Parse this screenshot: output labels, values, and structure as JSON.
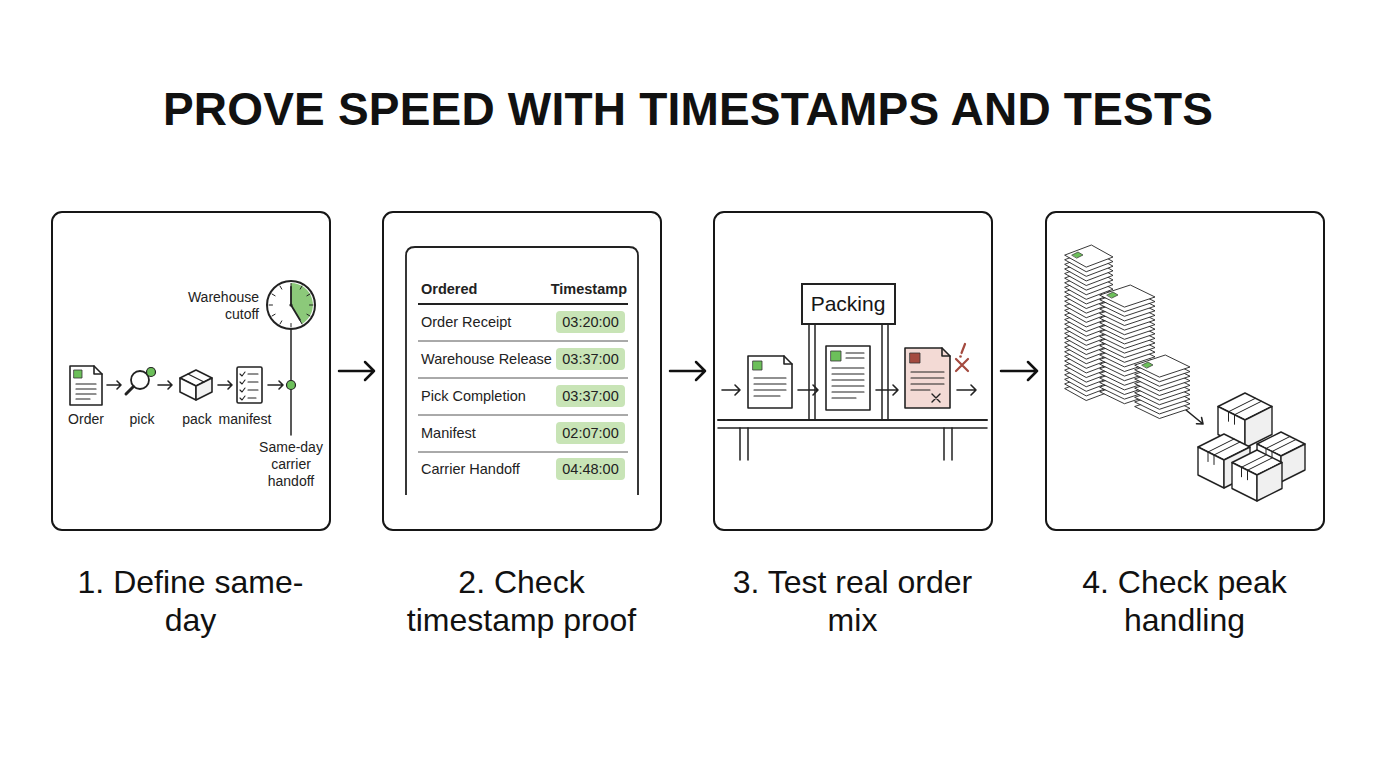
{
  "diagram": {
    "title": "PROVE SPEED WITH TIMESTAMPS AND TESTS",
    "nodes": [
      {
        "text": [
          "1. Define same-day"
        ]
      },
      {
        "text": [
          "2. Check timestamp proof"
        ]
      },
      {
        "text": [
          "3. Test real order mix"
        ]
      },
      {
        "text": [
          "Packing"
        ],
        "in": 2
      },
      {
        "text": [
          "4. Check peak handling"
        ]
      }
    ],
    "edges": [
      {
        "from": 0,
        "to": 1,
        "arrow": "to"
      },
      {
        "from": 1,
        "to": 2,
        "arrow": "to"
      },
      {
        "from": 2,
        "to": 4,
        "arrow": "to"
      }
    ],
    "labels": [
      "Order",
      "pick",
      "pack",
      "manifest",
      "Warehouse cutoff",
      "Same-day carrier handoff",
      "Ordered",
      "Timestamp",
      "Order Receipt",
      "03:20:00",
      "Warehouse Release",
      "03:37:00",
      "Pick Completion",
      "03:37:00",
      "Manifest",
      "02:07:00",
      "Carrier Handoff",
      "04:48:00"
    ]
  }
}
